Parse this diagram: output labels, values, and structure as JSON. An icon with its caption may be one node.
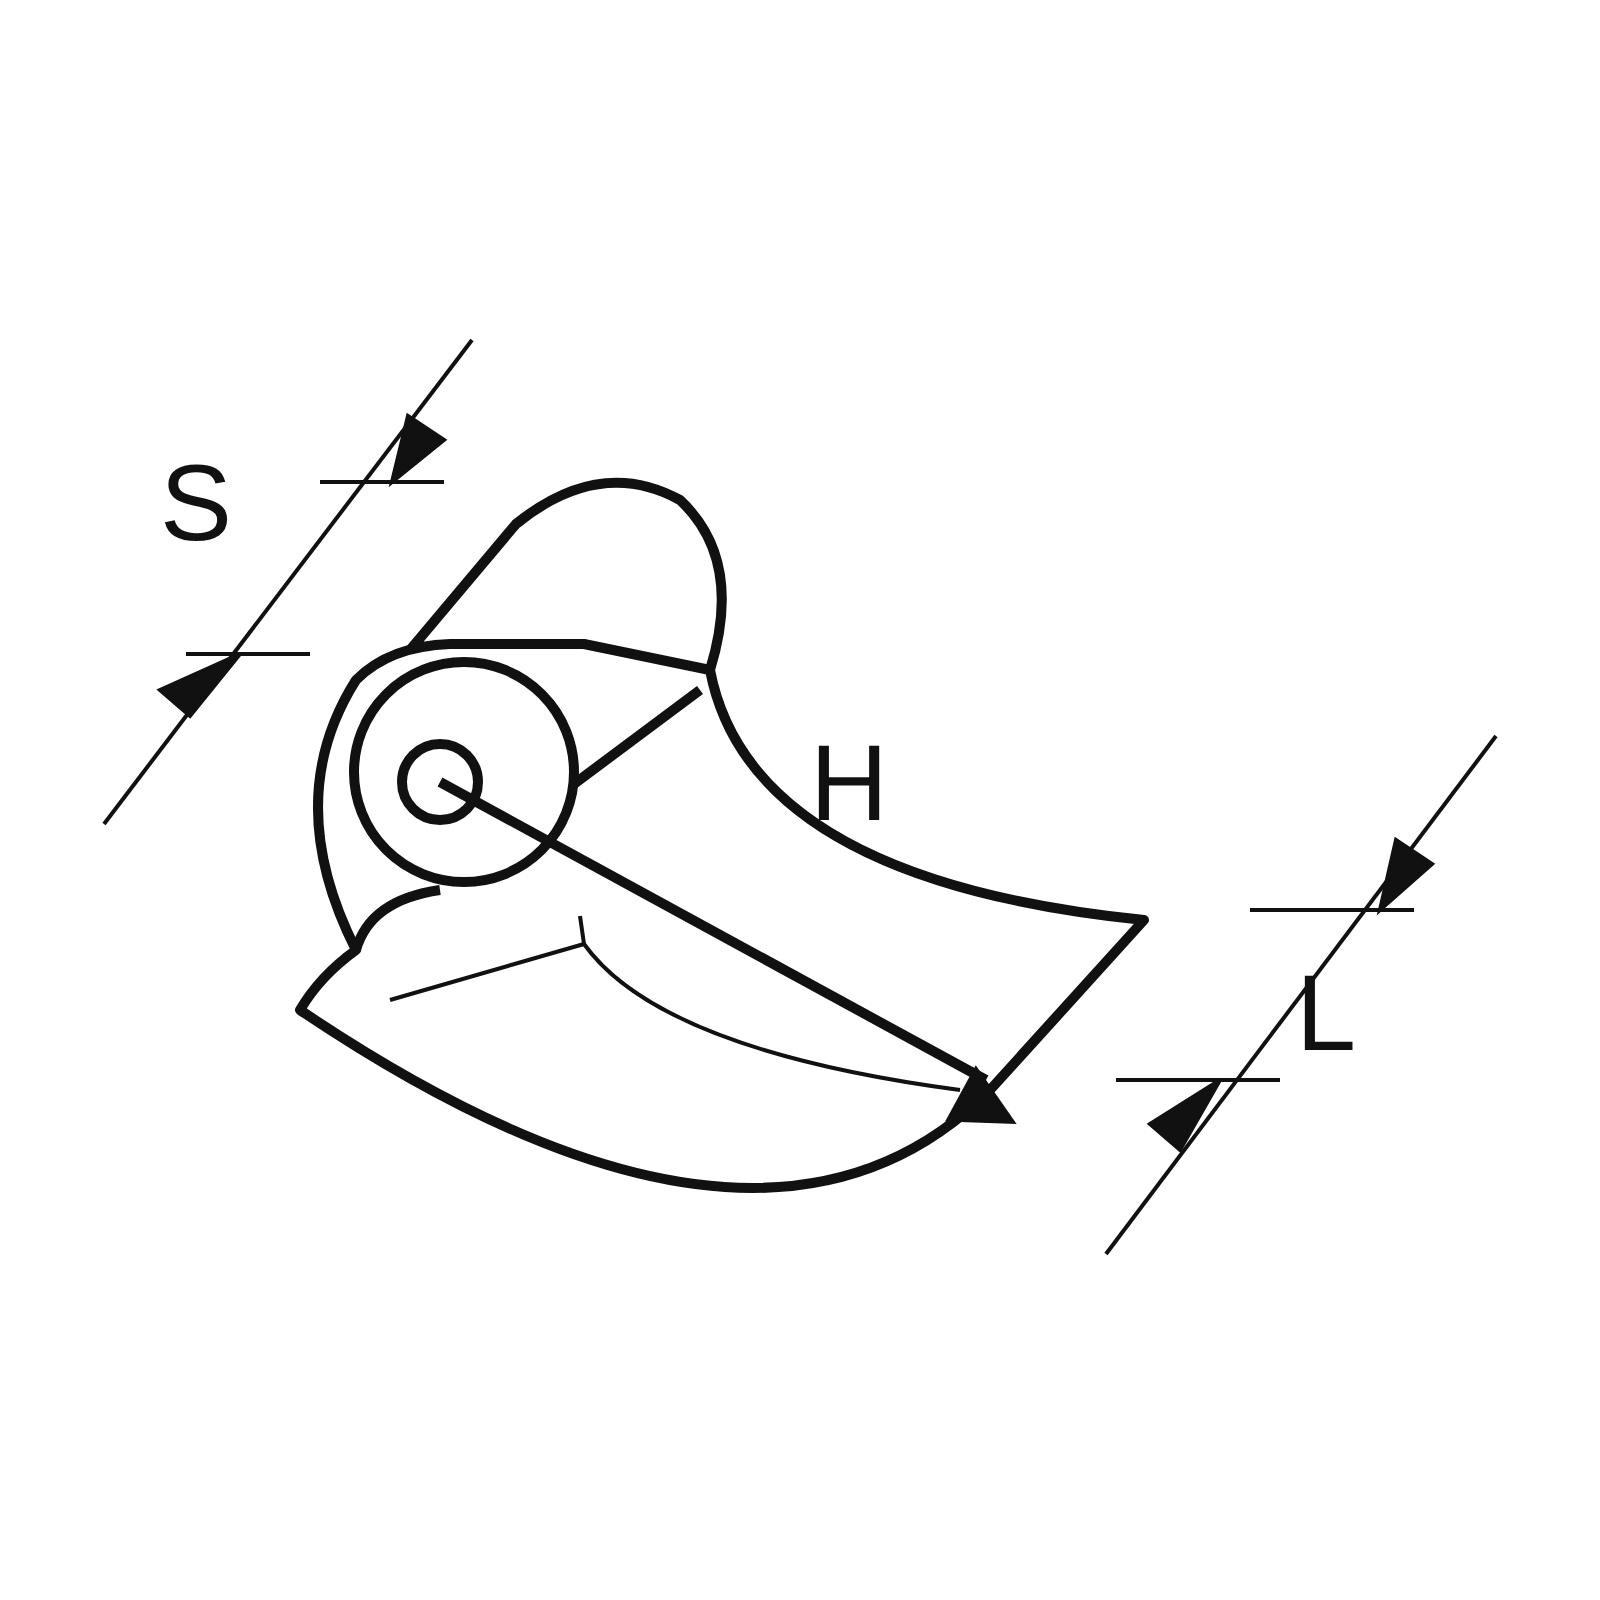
{
  "diagram": {
    "labels": [
      "S",
      "H",
      "L"
    ]
  }
}
